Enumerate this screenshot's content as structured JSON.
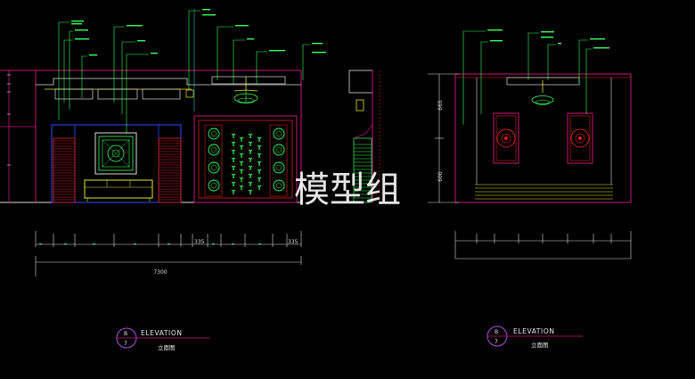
{
  "watermark": "模型组",
  "elevations": [
    {
      "id": "left",
      "circle_top": "B",
      "circle_bottom": "7",
      "title": "ELEVATION",
      "subtitle": "立面图",
      "dim_small_left": "335",
      "dim_small_right": "335",
      "dim_total": "7300"
    },
    {
      "id": "right",
      "circle_top": "B",
      "circle_bottom": "7",
      "title": "ELEVATION",
      "subtitle": "立面图",
      "dim_height_upper": "665",
      "dim_height_lower": "600"
    }
  ],
  "leader_notes_left": [
    "",
    "",
    "",
    "",
    "",
    "",
    "",
    "",
    "",
    "",
    "",
    "",
    ""
  ],
  "leader_notes_right": [
    "",
    "",
    "",
    "",
    "",
    ""
  ],
  "colors": {
    "background": "#000000",
    "magenta": "#c8147a",
    "yellow": "#e6e62a",
    "green": "#39ff5a",
    "red": "#e01e1e",
    "blue": "#2f4bff",
    "cyan": "#3fd6d6",
    "white": "#dcdcdc",
    "purple": "#b34ee0"
  }
}
